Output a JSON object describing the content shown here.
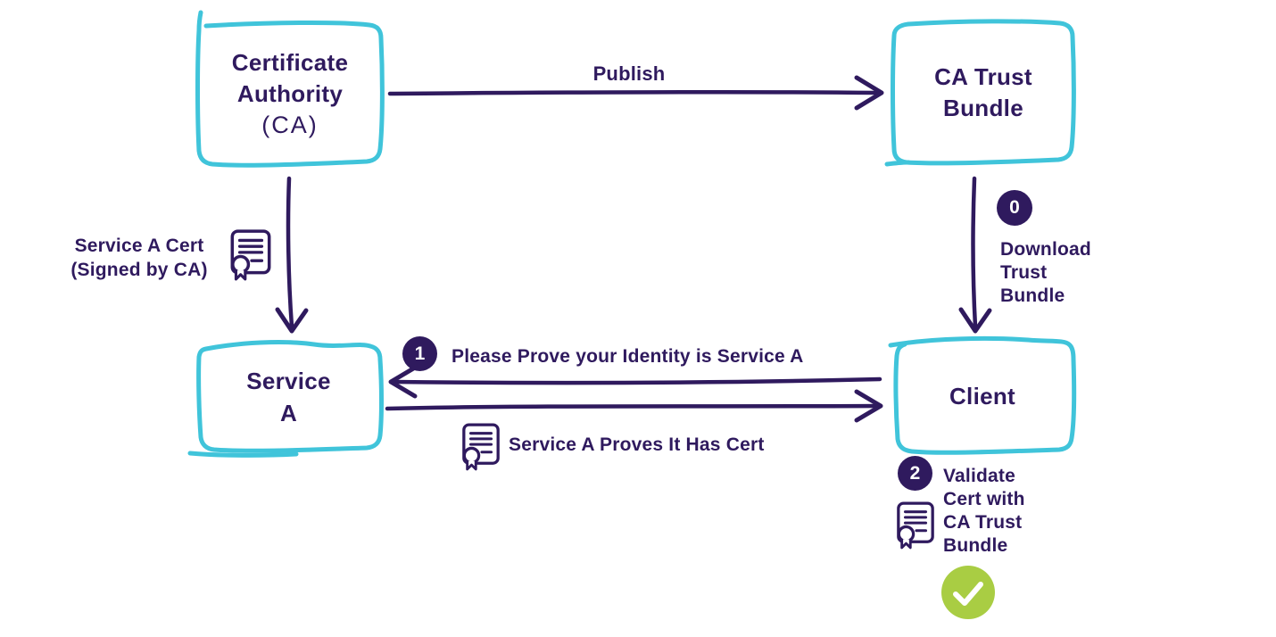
{
  "colors": {
    "ink": "#2f1a5e",
    "box_border": "#40c4da",
    "check_green": "#a9cd43",
    "background": "#ffffff"
  },
  "nodes": {
    "certificate_authority": {
      "lines": [
        "Certificate",
        "Authority",
        "(CA)"
      ]
    },
    "ca_trust_bundle": {
      "lines": [
        "CA Trust",
        "Bundle"
      ]
    },
    "service_a": {
      "lines": [
        "Service",
        "A"
      ]
    },
    "client": {
      "lines": [
        "Client"
      ]
    }
  },
  "annotations": {
    "publish": {
      "text": "Publish"
    },
    "service_a_cert": {
      "lines": [
        "Service A Cert",
        "(Signed by CA)"
      ],
      "icon": "certificate-icon"
    },
    "download_trust_bundle": {
      "step": "0",
      "lines": [
        "Download",
        "Trust",
        "Bundle"
      ]
    },
    "prove_identity": {
      "step": "1",
      "text": "Please Prove your Identity is Service A"
    },
    "proves_cert": {
      "text": "Service A Proves It Has Cert",
      "icon": "certificate-icon"
    },
    "validate_cert": {
      "step": "2",
      "lines": [
        "Validate",
        "Cert with",
        "CA Trust",
        "Bundle"
      ],
      "icon": "certificate-icon"
    },
    "success": {
      "icon": "checkmark-icon"
    }
  }
}
